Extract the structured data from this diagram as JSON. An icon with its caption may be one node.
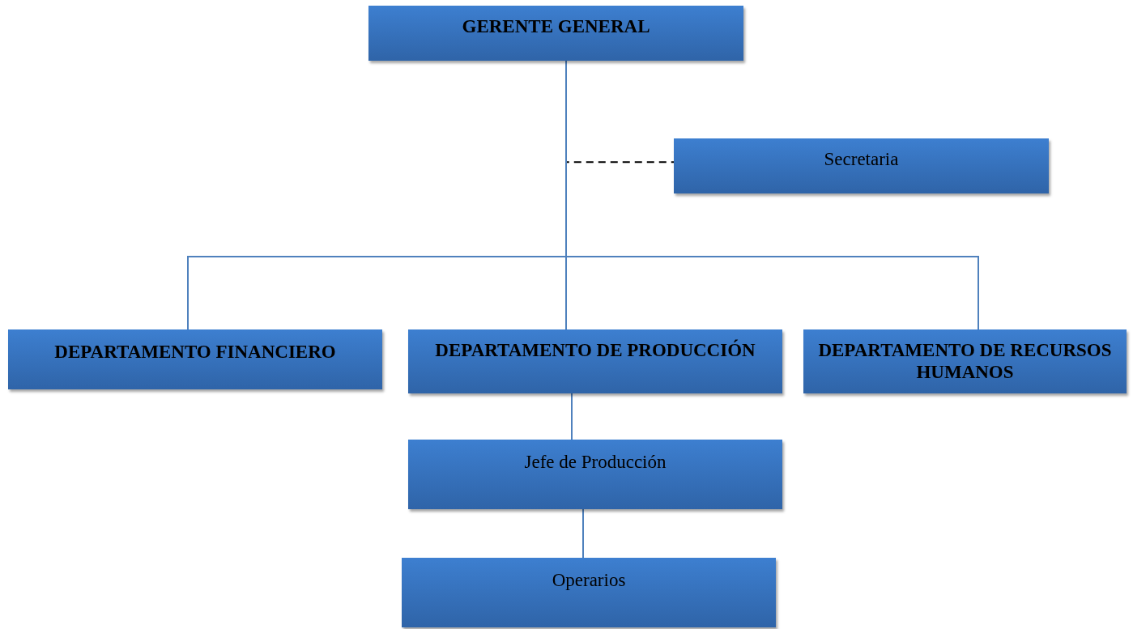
{
  "diagram": {
    "nodes": [
      {
        "text": [
          "GERENTE GENERAL"
        ]
      },
      {
        "text": [
          "Secretaria"
        ]
      },
      {
        "text": [
          "DEPARTAMENTO FINANCIERO"
        ]
      },
      {
        "text": [
          "DEPARTAMENTO DE PRODUCCIÓN"
        ]
      },
      {
        "text": [
          "DEPARTAMENTO DE RECURSOS HUMANOS"
        ]
      },
      {
        "text": [
          "Jefe de Producción"
        ]
      },
      {
        "text": [
          "Operarios"
        ]
      }
    ],
    "edges": [
      {
        "from": 0,
        "to": 1,
        "arrow": "none",
        "style": "dashed",
        "color": "#000000"
      },
      {
        "from": 0,
        "to": 2,
        "arrow": "none"
      },
      {
        "from": 0,
        "to": 3,
        "arrow": "none"
      },
      {
        "from": 0,
        "to": 4,
        "arrow": "none"
      },
      {
        "from": 3,
        "to": 5,
        "arrow": "none"
      },
      {
        "from": 5,
        "to": 6,
        "arrow": "none"
      }
    ]
  }
}
